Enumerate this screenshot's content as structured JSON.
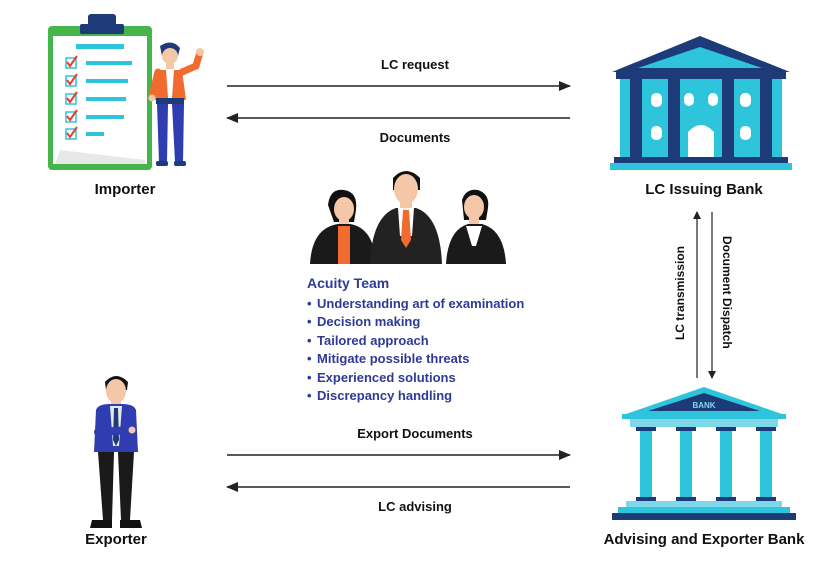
{
  "nodes": {
    "importer": "Importer",
    "issuing_bank": "LC Issuing Bank",
    "exporter": "Exporter",
    "advising_bank": "Advising and Exporter Bank"
  },
  "edges": {
    "lc_request": "LC request",
    "documents": "Documents",
    "lc_transmission": "LC transmission",
    "document_dispatch": "Document Dispatch",
    "export_documents": "Export Documents",
    "lc_advising": "LC advising"
  },
  "bank_sign": "BANK",
  "team": {
    "title": "Acuity Team",
    "items": [
      "Understanding art of examination",
      "Decision making",
      "Tailored approach",
      "Mitigate possible threats",
      "Experienced solutions",
      "Discrepancy handling"
    ]
  },
  "colors": {
    "bank_cyan": "#2ec4dc",
    "bank_navy": "#1d3b78",
    "bank_light": "#7fd8ea",
    "clipboard_green": "#44b649",
    "person_orange": "#f26b2e",
    "suit_blue": "#2f3db0",
    "team_text": "#2f3a96",
    "arrow": "#222222"
  }
}
